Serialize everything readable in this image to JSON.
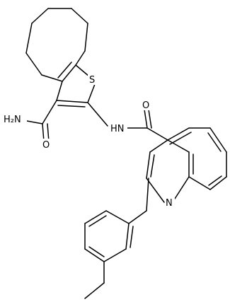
{
  "structure": {
    "atoms": {
      "S": "S",
      "NH2": "H₂N",
      "O_amide": "O",
      "NH": "HN",
      "O_carbonyl": "O",
      "N_ring": "N"
    }
  }
}
